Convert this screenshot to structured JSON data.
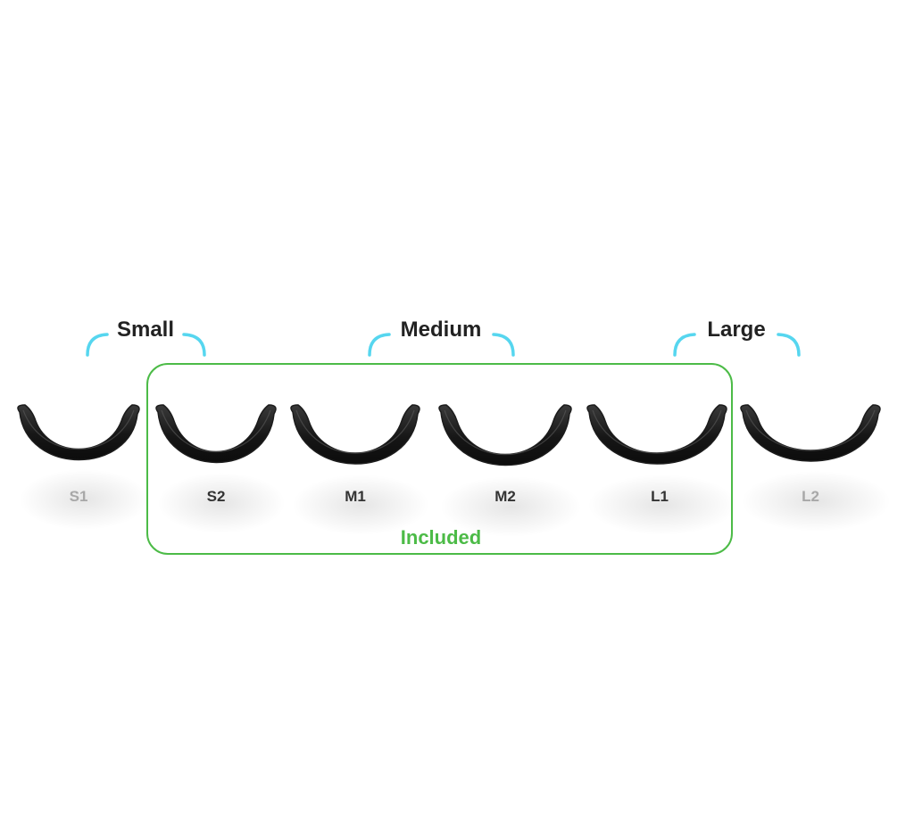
{
  "groups": [
    {
      "label": "Small"
    },
    {
      "label": "Medium"
    },
    {
      "label": "Large"
    }
  ],
  "included_label": "Included",
  "sizes": [
    {
      "label": "S1",
      "included": false
    },
    {
      "label": "S2",
      "included": true
    },
    {
      "label": "M1",
      "included": true
    },
    {
      "label": "M2",
      "included": true
    },
    {
      "label": "L1",
      "included": true
    },
    {
      "label": "L2",
      "included": false
    }
  ],
  "colors": {
    "brace": "#56d6ef",
    "included": "#4cbb47",
    "label_included": "#333333",
    "label_excluded": "#a8a8a8",
    "pad": "#1c1c1c",
    "text": "#222222"
  }
}
